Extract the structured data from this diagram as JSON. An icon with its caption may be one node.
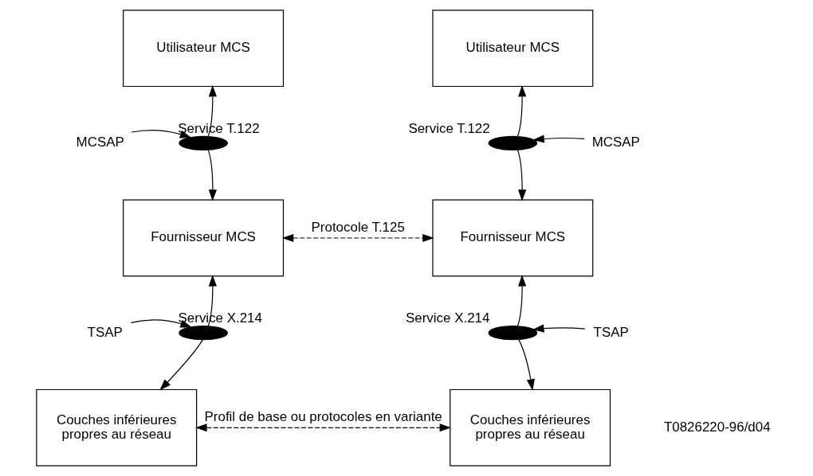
{
  "diagram": {
    "nodes": [
      {
        "text": [
          "Utilisateur MCS"
        ]
      },
      {
        "text": [
          "Utilisateur MCS"
        ]
      },
      {
        "text": [
          "MCSAP"
        ]
      },
      {
        "text": [],
        "shape": "ellipse",
        "beside": [
          "Service T.122"
        ]
      },
      {
        "text": [],
        "shape": "ellipse",
        "beside": [
          "Service T.122"
        ]
      },
      {
        "text": [
          "MCSAP"
        ]
      },
      {
        "text": [
          "Fournisseur MCS"
        ]
      },
      {
        "text": [
          "Fournisseur MCS"
        ]
      },
      {
        "text": [
          "TSAP"
        ]
      },
      {
        "text": [],
        "shape": "ellipse",
        "beside": [
          "Service X.214"
        ]
      },
      {
        "text": [],
        "shape": "ellipse",
        "beside": [
          "Service X.214"
        ]
      },
      {
        "text": [
          "TSAP"
        ]
      },
      {
        "text": [
          "Couches inférieures propres au réseau"
        ]
      },
      {
        "text": [
          "Couches inférieures propres au réseau"
        ]
      }
    ],
    "edges": [
      {
        "from": 2,
        "to": 3,
        "arrow": "to"
      },
      {
        "from": 3,
        "to": 0,
        "arrow": "to"
      },
      {
        "from": 3,
        "to": 6,
        "arrow": "to"
      },
      {
        "from": 5,
        "to": 4,
        "arrow": "to"
      },
      {
        "from": 4,
        "to": 1,
        "arrow": "to"
      },
      {
        "from": 4,
        "to": 7,
        "arrow": "to"
      },
      {
        "from": 6,
        "to": 7,
        "arrow": "both",
        "style": "dashed",
        "label": "Protocole T.125"
      },
      {
        "from": 8,
        "to": 9,
        "arrow": "to"
      },
      {
        "from": 9,
        "to": 6,
        "arrow": "to"
      },
      {
        "from": 9,
        "to": 12,
        "arrow": "to"
      },
      {
        "from": 11,
        "to": 10,
        "arrow": "to"
      },
      {
        "from": 10,
        "to": 7,
        "arrow": "to"
      },
      {
        "from": 10,
        "to": 13,
        "arrow": "to"
      },
      {
        "from": 12,
        "to": 13,
        "arrow": "both",
        "style": "dashed",
        "label": "Profil de base ou protocoles en variante"
      }
    ],
    "labels": [
      "T0826220-96/d04"
    ]
  }
}
